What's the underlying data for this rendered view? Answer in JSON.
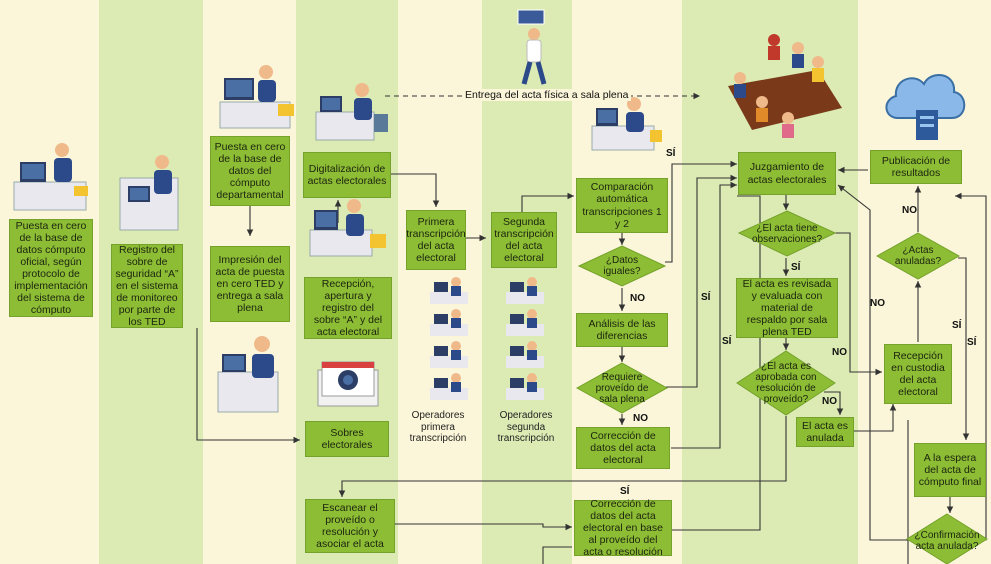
{
  "colors": {
    "band_cream": "#fbf6d9",
    "band_green": "#dcebb4",
    "node_fill": "#8dbd35",
    "node_border": "#74a22a",
    "line": "#333333",
    "monitor": "#2c3e66",
    "screen": "#4a6fa5",
    "person_shirt": "#2c4a8a",
    "desk": "#e8e8ee"
  },
  "banner_text": "Entrega del acta física a sala plena",
  "nodes": {
    "n1": "Puesta en cero de la base de datos cómputo oficial, según protocolo de implementación del sistema de cómputo",
    "n2": "Registro del sobre de seguridad “A” en el sistema de monitoreo por parte de los TED",
    "n3": "Puesta en cero de la base de datos del cómputo departamental",
    "n4": "Impresión del acta de puesta en cero TED y entrega a sala plena",
    "n5": "Digitalización de actas electorales",
    "n6": "Recepción, apertura y registro del sobre “A” y del acta electoral",
    "n7": "Sobres electorales",
    "n8": "Escanear el proveído o resolución y asociar el acta",
    "n9": "Primera transcripción del acta electoral",
    "n10": "Segunda transcripción del acta electoral",
    "n11": "Comparación automática transcripciones 1 y 2",
    "d1": "¿Datos iguales?",
    "n12": "Análisis de las diferencias",
    "d2": "Requiere proveído de sala plena",
    "n13": "Corrección de datos del acta electoral",
    "n14": "Corrección de datos del acta electoral en base al proveído del acta o resolución",
    "n15": "Juzgamiento de actas electorales",
    "d3": "¿El acta tiene observaciones?",
    "n16": "El acta es revisada y evaluada con material de respaldo por sala plena TED",
    "d4": "¿El acta es aprobada con resolución de proveído?",
    "n17": "El acta es anulada",
    "n18": "Publicación de resultados",
    "d5": "¿Actas anuladas?",
    "n19": "Recepción en custodia del acta electoral",
    "n20": "A la espera del acta de cómputo final",
    "d6": "¿Confirmación acta anulada?"
  },
  "captions": {
    "op1": "Operadores primera transcripción",
    "op2": "Operadores segunda transcripción"
  },
  "labels": {
    "si": "SÍ",
    "no": "NO"
  },
  "icons": {
    "computer": "computer-operator-icon",
    "walker": "walking-person-icon",
    "meeting": "meeting-table-icon",
    "cloud": "cloud-icon",
    "envelope": "envelope-icon",
    "scanner": "scanner-icon"
  }
}
